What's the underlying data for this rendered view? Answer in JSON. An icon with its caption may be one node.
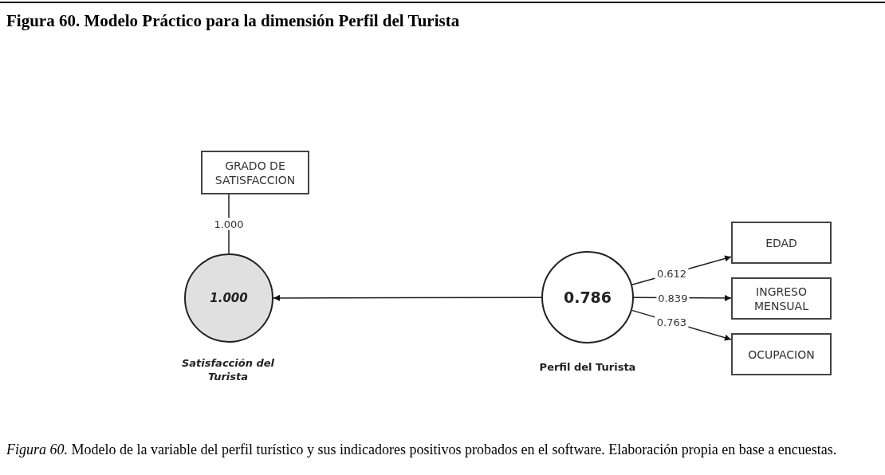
{
  "diagram": {
    "title": "Figura 60.  Modelo Práctico para la dimensión Perfil del Turista",
    "caption": "*Figura 60.* Modelo de la variable del perfil turístico y sus indicadores positivos probados en el software. Elaboración propia en base a encuestas.",
    "nodes": [
      {
        "text": [
          "GRADO DE SATISFACCION"
        ]
      },
      {
        "text": [
          "1.000"
        ],
        "beside": [
          "Satisfacción del Turista"
        ]
      },
      {
        "text": [
          "0.786"
        ],
        "beside": [
          "Perfil del Turista"
        ]
      },
      {
        "text": [
          "EDAD"
        ]
      },
      {
        "text": [
          "INGRESO MENSUAL"
        ]
      },
      {
        "text": [
          "OCUPACION"
        ]
      }
    ],
    "edges": [
      {
        "from": 0,
        "to": 1,
        "arrow": "none",
        "label": "1.000"
      },
      {
        "from": 2,
        "to": 1,
        "arrow": "to"
      },
      {
        "from": 2,
        "to": 3,
        "arrow": "to",
        "label": "0.612"
      },
      {
        "from": 2,
        "to": 4,
        "arrow": "to",
        "label": "0.839"
      },
      {
        "from": 2,
        "to": 5,
        "arrow": "to",
        "label": "0.763"
      }
    ]
  }
}
